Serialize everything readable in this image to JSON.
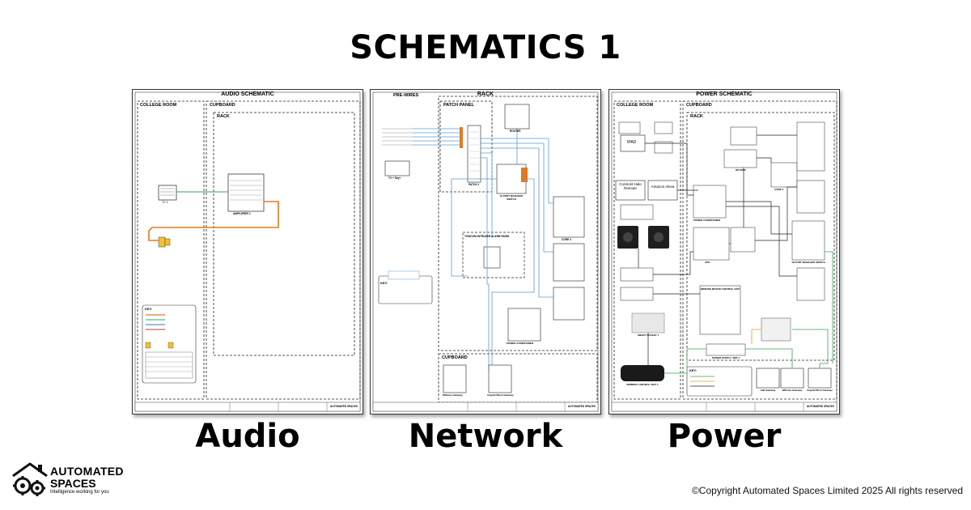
{
  "page": {
    "title": "SCHEMATICS 1",
    "copyright": "©Copyright Automated Spaces Limited 2025 All rights reserved"
  },
  "logo": {
    "line1": "AUTOMATED",
    "line2": "SPACES",
    "tagline": "Intelligence working for you"
  },
  "sheets": [
    {
      "caption": "Audio",
      "title": "AUDIO SCHEMATIC",
      "zones": [
        "COLLEGE ROOM",
        "CUPBOARD",
        "RACK"
      ],
      "devices": [
        "TV 1",
        "AMPLIFIER 1"
      ],
      "key_title": "KEY:",
      "brand": "AUTOMATED SPACES"
    },
    {
      "caption": "Network",
      "title": "RACK",
      "zones": [
        "PRE-WIRES",
        "PATCH PANEL",
        "CUPBOARD"
      ],
      "devices": [
        "ROUTER",
        "PATCH 1",
        "16 PORT MANAGED SWITCH",
        "CORE 3",
        "TOWCOM INTRUDER ALARM PANEL",
        "POWER CONDITIONER",
        "TV + Sky+",
        "Wiflome Gateway",
        "Zeeplat Wired Gateway"
      ],
      "key_title": "KEY:",
      "brand": "AUTOMATED SPACES"
    },
    {
      "caption": "Power",
      "title": "POWER SCHEMATIC",
      "zones": [
        "COLLEGE ROOM",
        "CUPBOARD",
        "RACK"
      ],
      "devices": [
        "IPAD",
        "Control4 Halo Remote",
        "Amazon Alexa",
        "ROUTER",
        "CORE 3",
        "POWER CONDITIONER",
        "UPS",
        "16 PORT MANAGED SWITCH",
        "WINDOW MOTOR CONTROL UNIT",
        "SMART SOCKET 1",
        "DIMMING CONTROL UNIT 1",
        "POWER SUPPLY UNIT 1",
        "Hall Gateway",
        "Wiflome Gateway",
        "Zeeplat Wi-Fi Gateway"
      ],
      "key_title": "KEY:",
      "brand": "AUTOMATED SPACES"
    }
  ]
}
